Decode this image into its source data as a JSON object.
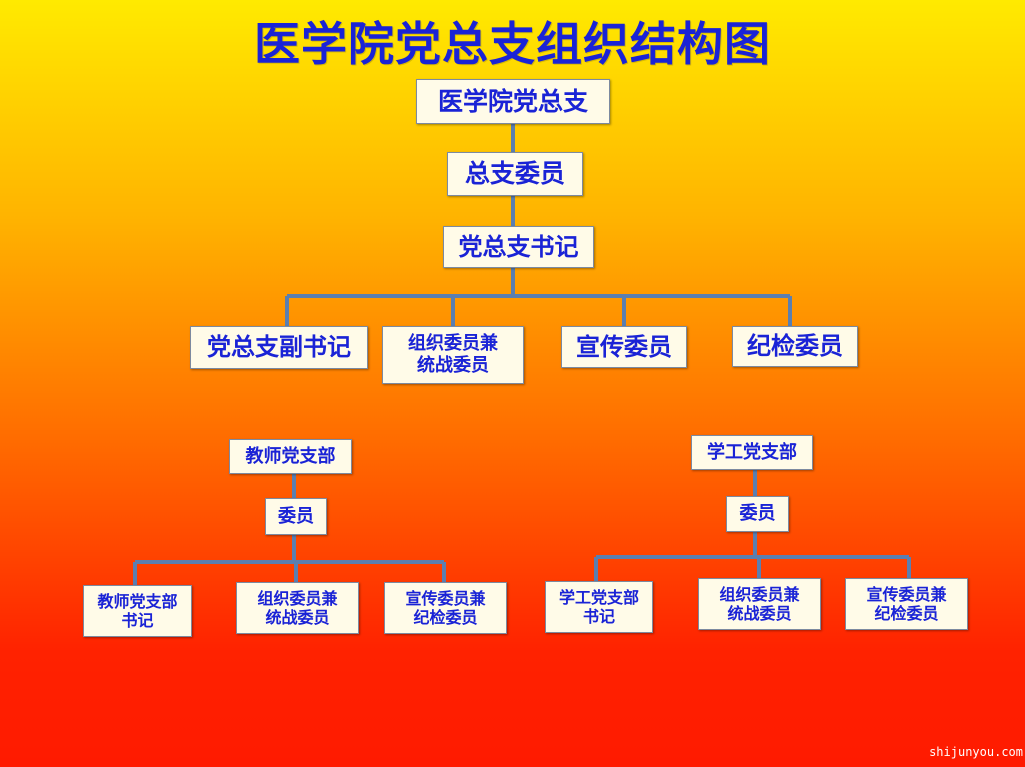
{
  "title": "医学院党总支组织结构图",
  "colors": {
    "text": "#1a23d6",
    "line": "#5b7fb0",
    "box_fill": "#fffbe8",
    "box_border": "#7c8aa0"
  },
  "main_chain": {
    "root": "医学院党总支",
    "committee": "总支委员",
    "secretary": "党总支书记"
  },
  "main_roles": [
    "党总支副书记",
    "组织委员兼\n统战委员",
    "宣传委员",
    "纪检委员"
  ],
  "branches": [
    {
      "name": "教师党支部",
      "committee": "委员",
      "roles": [
        "教师党支部\n书记",
        "组织委员兼\n统战委员",
        "宣传委员兼\n纪检委员"
      ]
    },
    {
      "name": "学工党支部",
      "committee": "委员",
      "roles": [
        "学工党支部\n书记",
        "组织委员兼\n统战委员",
        "宣传委员兼\n纪检委员"
      ]
    }
  ],
  "watermark": "shijunyou.com"
}
